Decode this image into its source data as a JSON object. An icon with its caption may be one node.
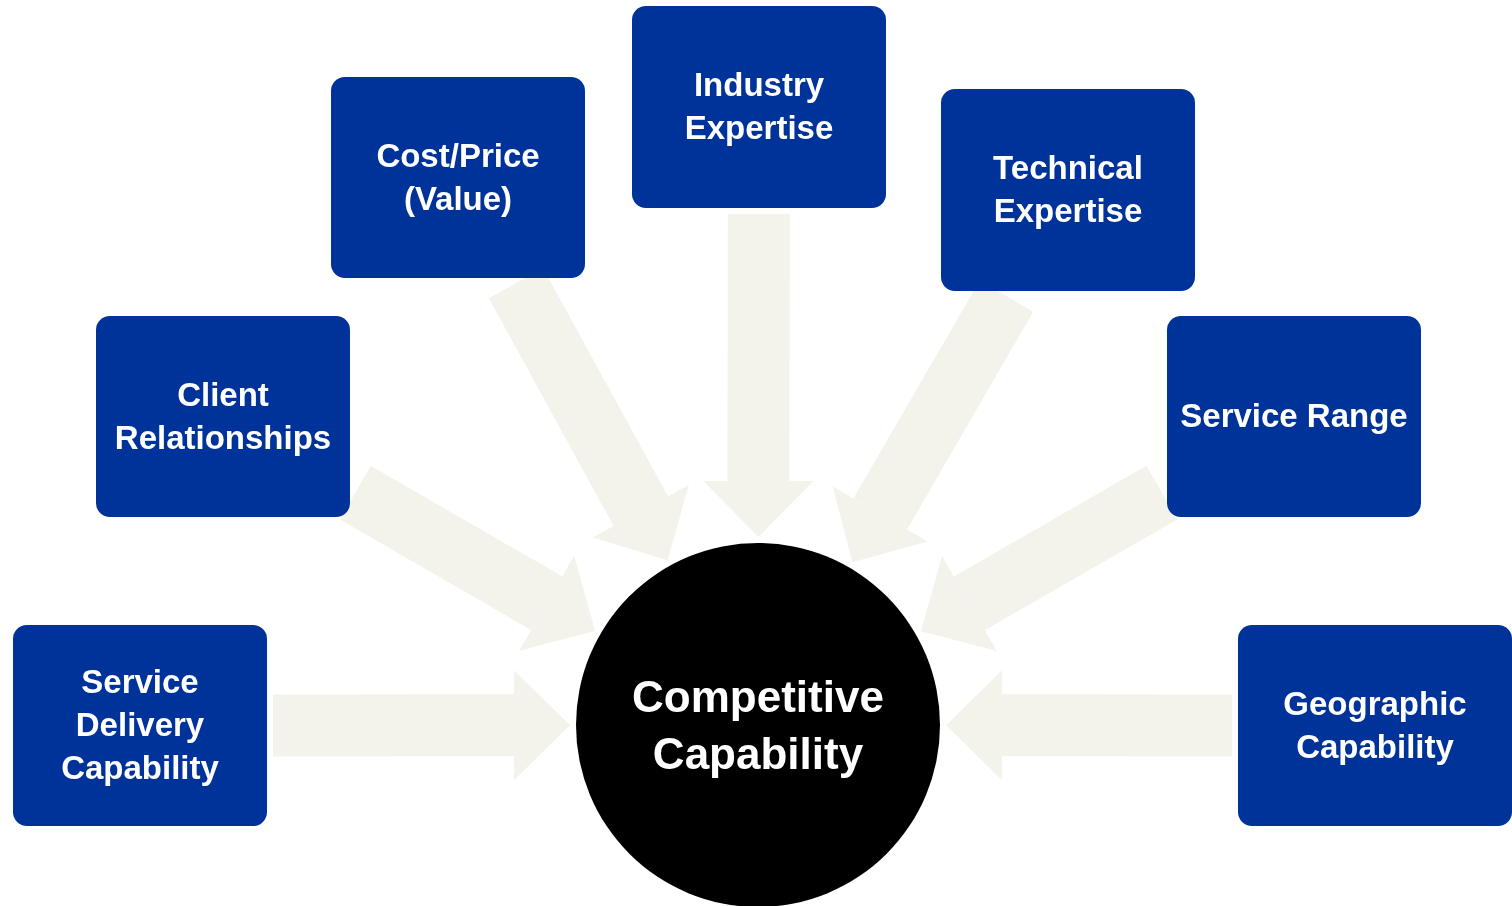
{
  "diagram": {
    "nodes": [
      {
        "text": [
          "Industry Expertise"
        ]
      },
      {
        "text": [
          "Cost/Price (Value)"
        ]
      },
      {
        "text": [
          "Technical Expertise"
        ]
      },
      {
        "text": [
          "Client Relationships"
        ]
      },
      {
        "text": [
          "Service Range"
        ]
      },
      {
        "text": [
          "Competitive Capability"
        ]
      },
      {
        "text": [
          "Service Delivery Capability"
        ]
      },
      {
        "text": [
          "Geographic Capability"
        ]
      }
    ],
    "edges": [
      {
        "from": 0,
        "to": 5,
        "arrow": "to"
      },
      {
        "from": 1,
        "to": 5,
        "arrow": "to"
      },
      {
        "from": 2,
        "to": 5,
        "arrow": "to"
      },
      {
        "from": 3,
        "to": 5,
        "arrow": "to"
      },
      {
        "from": 4,
        "to": 5,
        "arrow": "to"
      },
      {
        "from": 6,
        "to": 5,
        "arrow": "to"
      },
      {
        "from": 7,
        "to": 5,
        "arrow": "to"
      }
    ]
  }
}
